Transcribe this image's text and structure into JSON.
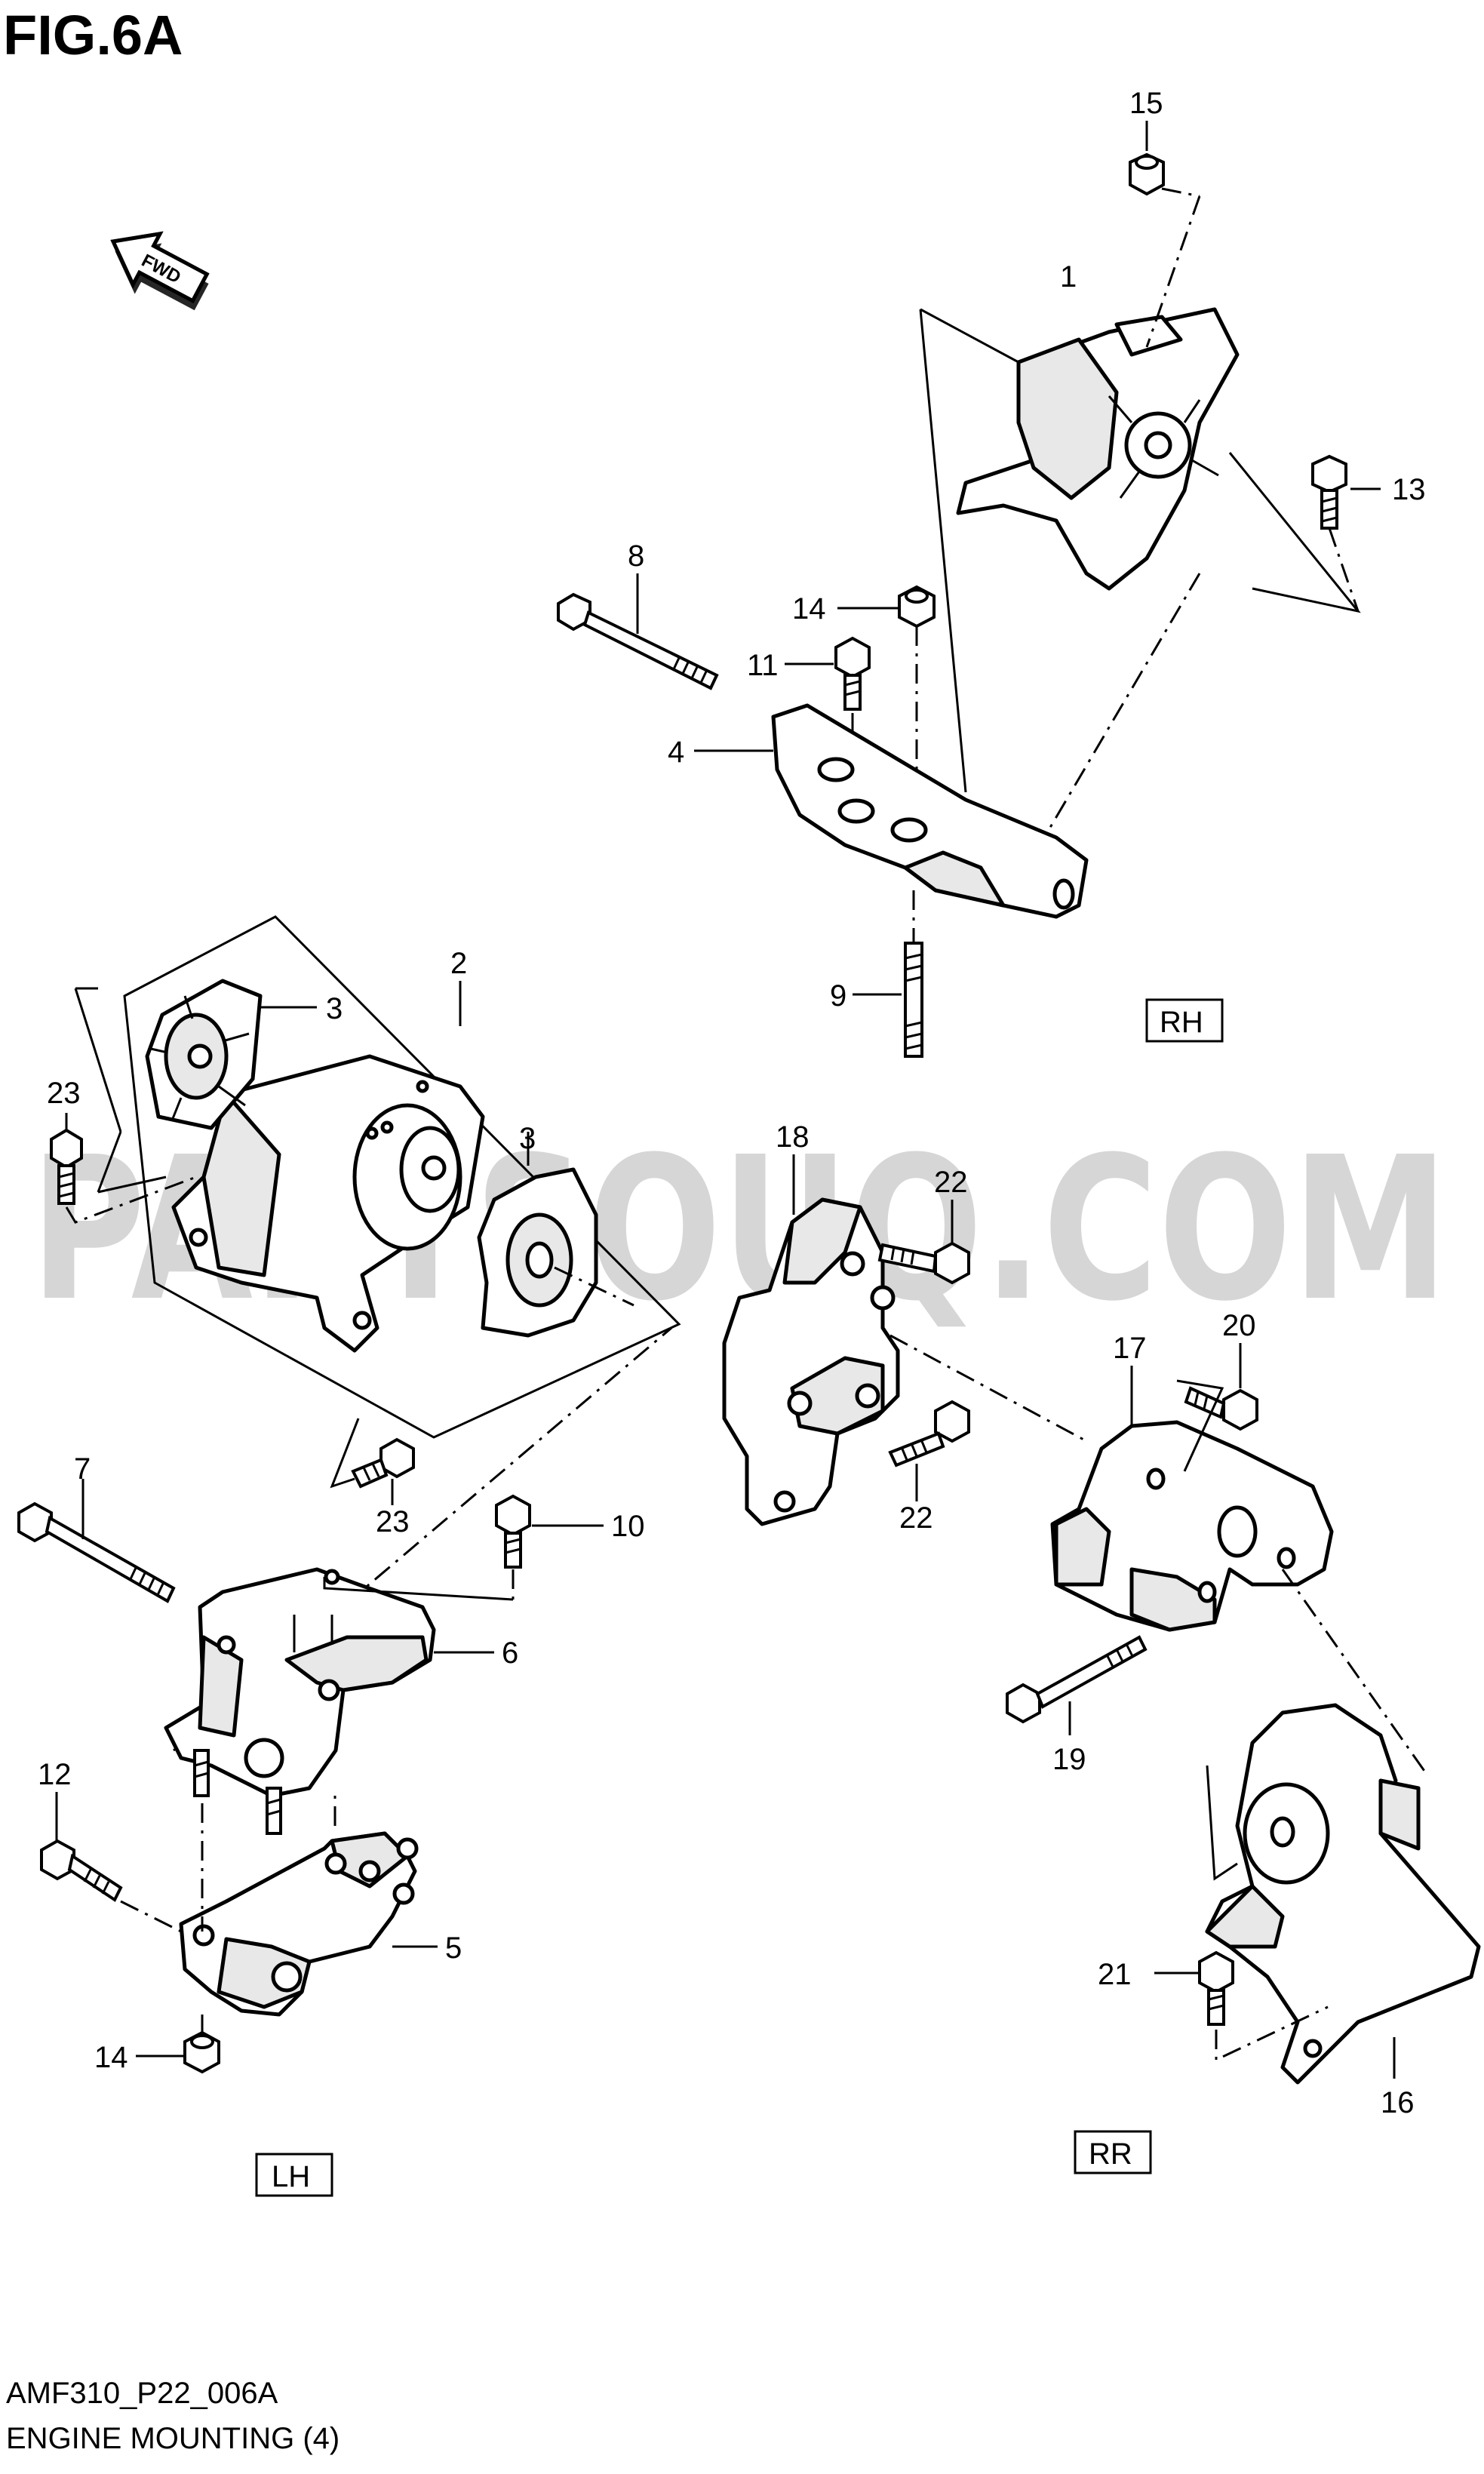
{
  "figure": {
    "title": "FIG.6A",
    "fwd_label": "FWD"
  },
  "watermark": "PARTSOUQ.COM",
  "callouts": {
    "c1": "1",
    "c2": "2",
    "c3a": "3",
    "c3b": "3",
    "c4": "4",
    "c5": "5",
    "c6": "6",
    "c7": "7",
    "c8": "8",
    "c9": "9",
    "c10": "10",
    "c11": "11",
    "c12": "12",
    "c13": "13",
    "c14a": "14",
    "c14b": "14",
    "c15": "15",
    "c16": "16",
    "c17": "17",
    "c18": "18",
    "c19": "19",
    "c20": "20",
    "c21": "21",
    "c22a": "22",
    "c22b": "22",
    "c23a": "23",
    "c23b": "23"
  },
  "regions": {
    "rh": "RH",
    "lh": "LH",
    "rr": "RR"
  },
  "footer": {
    "code": "AMF310_P22_006A",
    "caption": "ENGINE MOUNTING (4)"
  },
  "icons": [
    "fwd-arrow-icon"
  ]
}
